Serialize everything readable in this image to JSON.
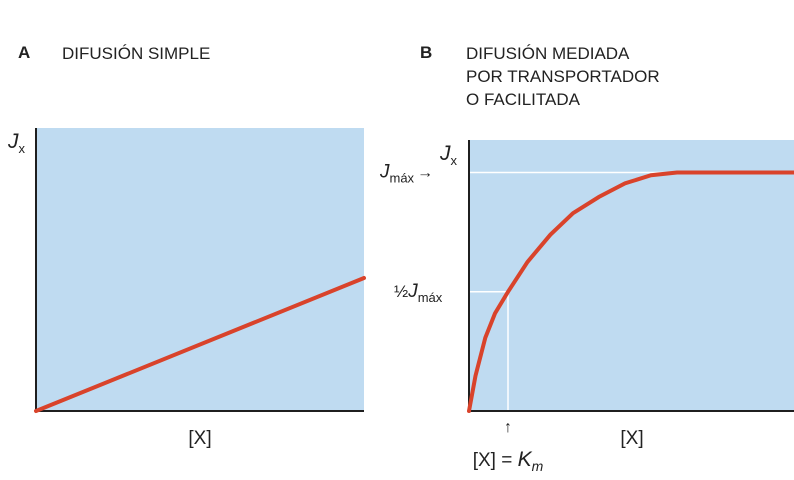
{
  "panel_a": {
    "letter": "A",
    "title": "DIFUSIÓN SIMPLE"
  },
  "panel_b": {
    "letter": "B",
    "title": "DIFUSIÓN MEDIADA\nPOR TRANSPORTADOR\nO FACILITADA"
  },
  "colors": {
    "plot_bg": "#bfdbf1",
    "curve": "#d9432b",
    "axis": "#1f1f1f",
    "guide": "#ffffff"
  },
  "chart_data": [
    {
      "type": "line",
      "title": "DIFUSIÓN SIMPLE",
      "ylabel": "J",
      "ylabel_sub": "x",
      "xlabel": "[X]",
      "xlim": [
        0,
        1
      ],
      "ylim": [
        0,
        1
      ],
      "series": [
        {
          "x": [
            0,
            1
          ],
          "y": [
            0,
            0.47
          ]
        }
      ]
    },
    {
      "type": "line",
      "title": "DIFUSIÓN MEDIADA POR TRANSPORTADOR O FACILITADA",
      "ylabel": "J",
      "ylabel_sub": "x",
      "xlabel": "[X]",
      "xlim": [
        0,
        1
      ],
      "ylim": [
        0,
        1
      ],
      "jmax": 0.88,
      "km_x": 0.12,
      "annotations": {
        "jmax_label": "J",
        "jmax_sub": "máx",
        "half_prefix": "½",
        "half_label": "J",
        "half_sub": "máx",
        "km_lhs": "[X] = ",
        "km_k": "K",
        "km_sub": "m",
        "arrow_right": "→",
        "arrow_up": "↑"
      },
      "series": [
        {
          "x": [
            0,
            0.02,
            0.05,
            0.08,
            0.12,
            0.18,
            0.25,
            0.32,
            0.4,
            0.48,
            0.56,
            0.64,
            0.72,
            1.0
          ],
          "y": [
            0,
            0.13,
            0.27,
            0.36,
            0.44,
            0.55,
            0.65,
            0.73,
            0.79,
            0.84,
            0.87,
            0.88,
            0.88,
            0.88
          ]
        }
      ]
    }
  ]
}
